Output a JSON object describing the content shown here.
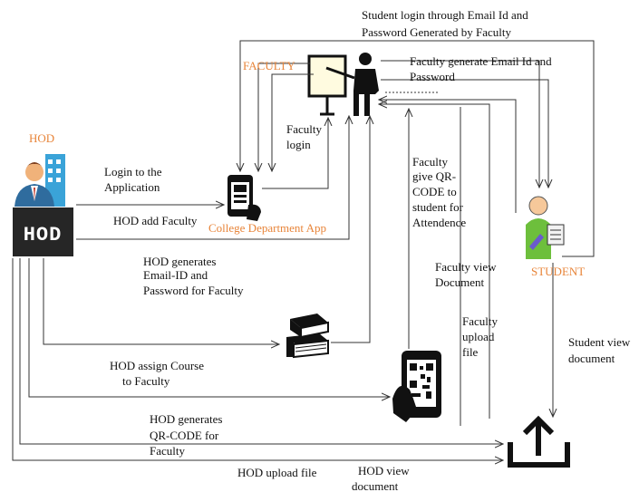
{
  "actors": {
    "hod": "HOD",
    "hod_logo": "HOD",
    "faculty": "FACULTY",
    "student": "STUDENT",
    "app": "College Department App"
  },
  "edges": {
    "student_login_1": "Student login through Email Id and",
    "student_login_2": "Password Generated by Faculty",
    "faculty_generate_1": "Faculty generate Email Id and",
    "faculty_generate_2": "Password",
    "faculty_login_1": "Faculty",
    "faculty_login_2": "login",
    "hod_login_1": "Login to the",
    "hod_login_2": "Application",
    "hod_add_faculty": "HOD add Faculty",
    "hod_gen_1": "HOD generates",
    "hod_gen_2": "Email-ID and",
    "hod_gen_3": "Password for Faculty",
    "qr_1": "Faculty",
    "qr_2": "give QR-",
    "qr_3": "CODE to",
    "qr_4": "student  for",
    "qr_5": "Attendence",
    "faculty_view_1": "Faculty view",
    "faculty_view_2": "Document",
    "faculty_upload_1": "Faculty",
    "faculty_upload_2": "upload",
    "faculty_upload_3": "file",
    "student_view_1": "Student view",
    "student_view_2": "document",
    "hod_assign_1": "HOD assign Course",
    "hod_assign_2": "to Faculty",
    "hod_qr_1": "HOD generates",
    "hod_qr_2": "QR-CODE for",
    "hod_qr_3": "Faculty",
    "hod_upload": "HOD upload file",
    "hod_view_1": "HOD view",
    "hod_view_2": "document"
  },
  "colors": {
    "accent": "#e8853a",
    "line": "#333333",
    "icon": "#111111"
  },
  "icons": [
    "hod-person-icon",
    "hod-logo-icon",
    "faculty-teacher-icon",
    "mobile-app-icon",
    "student-icon",
    "books-icon",
    "qr-phone-icon",
    "upload-icon"
  ]
}
